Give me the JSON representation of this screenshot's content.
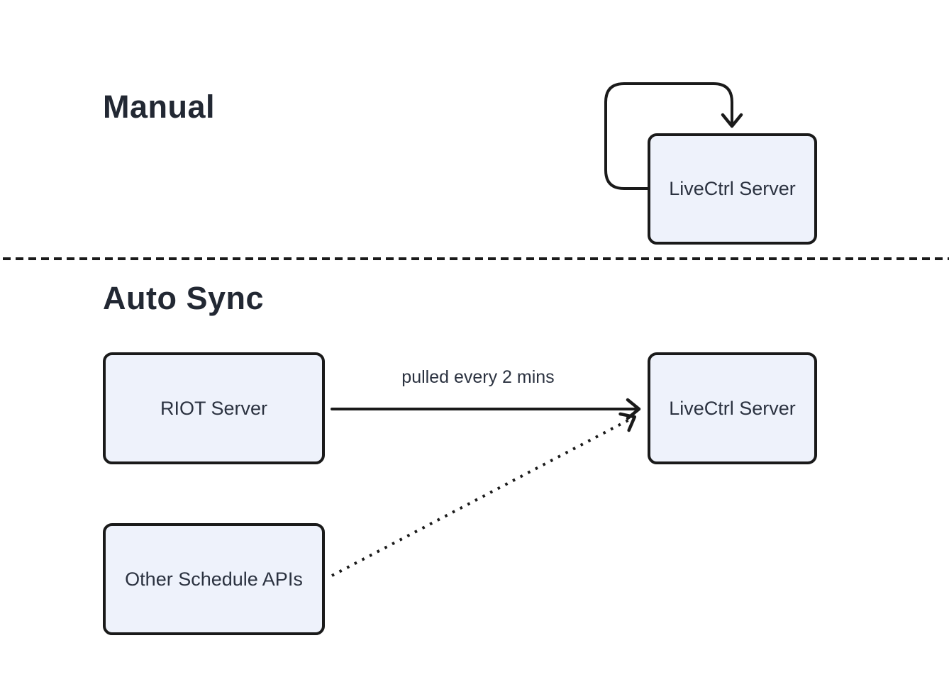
{
  "diagram": {
    "sections": [
      {
        "id": "manual",
        "title": "Manual"
      },
      {
        "id": "auto-sync",
        "title": "Auto Sync"
      }
    ],
    "nodes": [
      {
        "id": "manual-livectrl",
        "label": "LiveCtrl Server",
        "section": "manual"
      },
      {
        "id": "riot-server",
        "label": "RIOT Server",
        "section": "auto-sync"
      },
      {
        "id": "auto-livectrl",
        "label": "LiveCtrl Server",
        "section": "auto-sync"
      },
      {
        "id": "other-schedule-apis",
        "label": "Other Schedule APIs",
        "section": "auto-sync"
      }
    ],
    "edges": [
      {
        "id": "self-loop",
        "from": "manual-livectrl",
        "to": "manual-livectrl",
        "style": "solid",
        "label": ""
      },
      {
        "id": "riot-pull",
        "from": "riot-server",
        "to": "auto-livectrl",
        "style": "solid",
        "label": "pulled every 2 mins"
      },
      {
        "id": "other-apis-feed",
        "from": "other-schedule-apis",
        "to": "auto-livectrl",
        "style": "dotted",
        "label": ""
      }
    ],
    "colors": {
      "background": "#ffffff",
      "node_fill": "#eef2fb",
      "node_border": "#1a1a1a",
      "node_text": "#2b3240",
      "title_text": "#222833",
      "edge_stroke": "#1a1a1a"
    }
  }
}
